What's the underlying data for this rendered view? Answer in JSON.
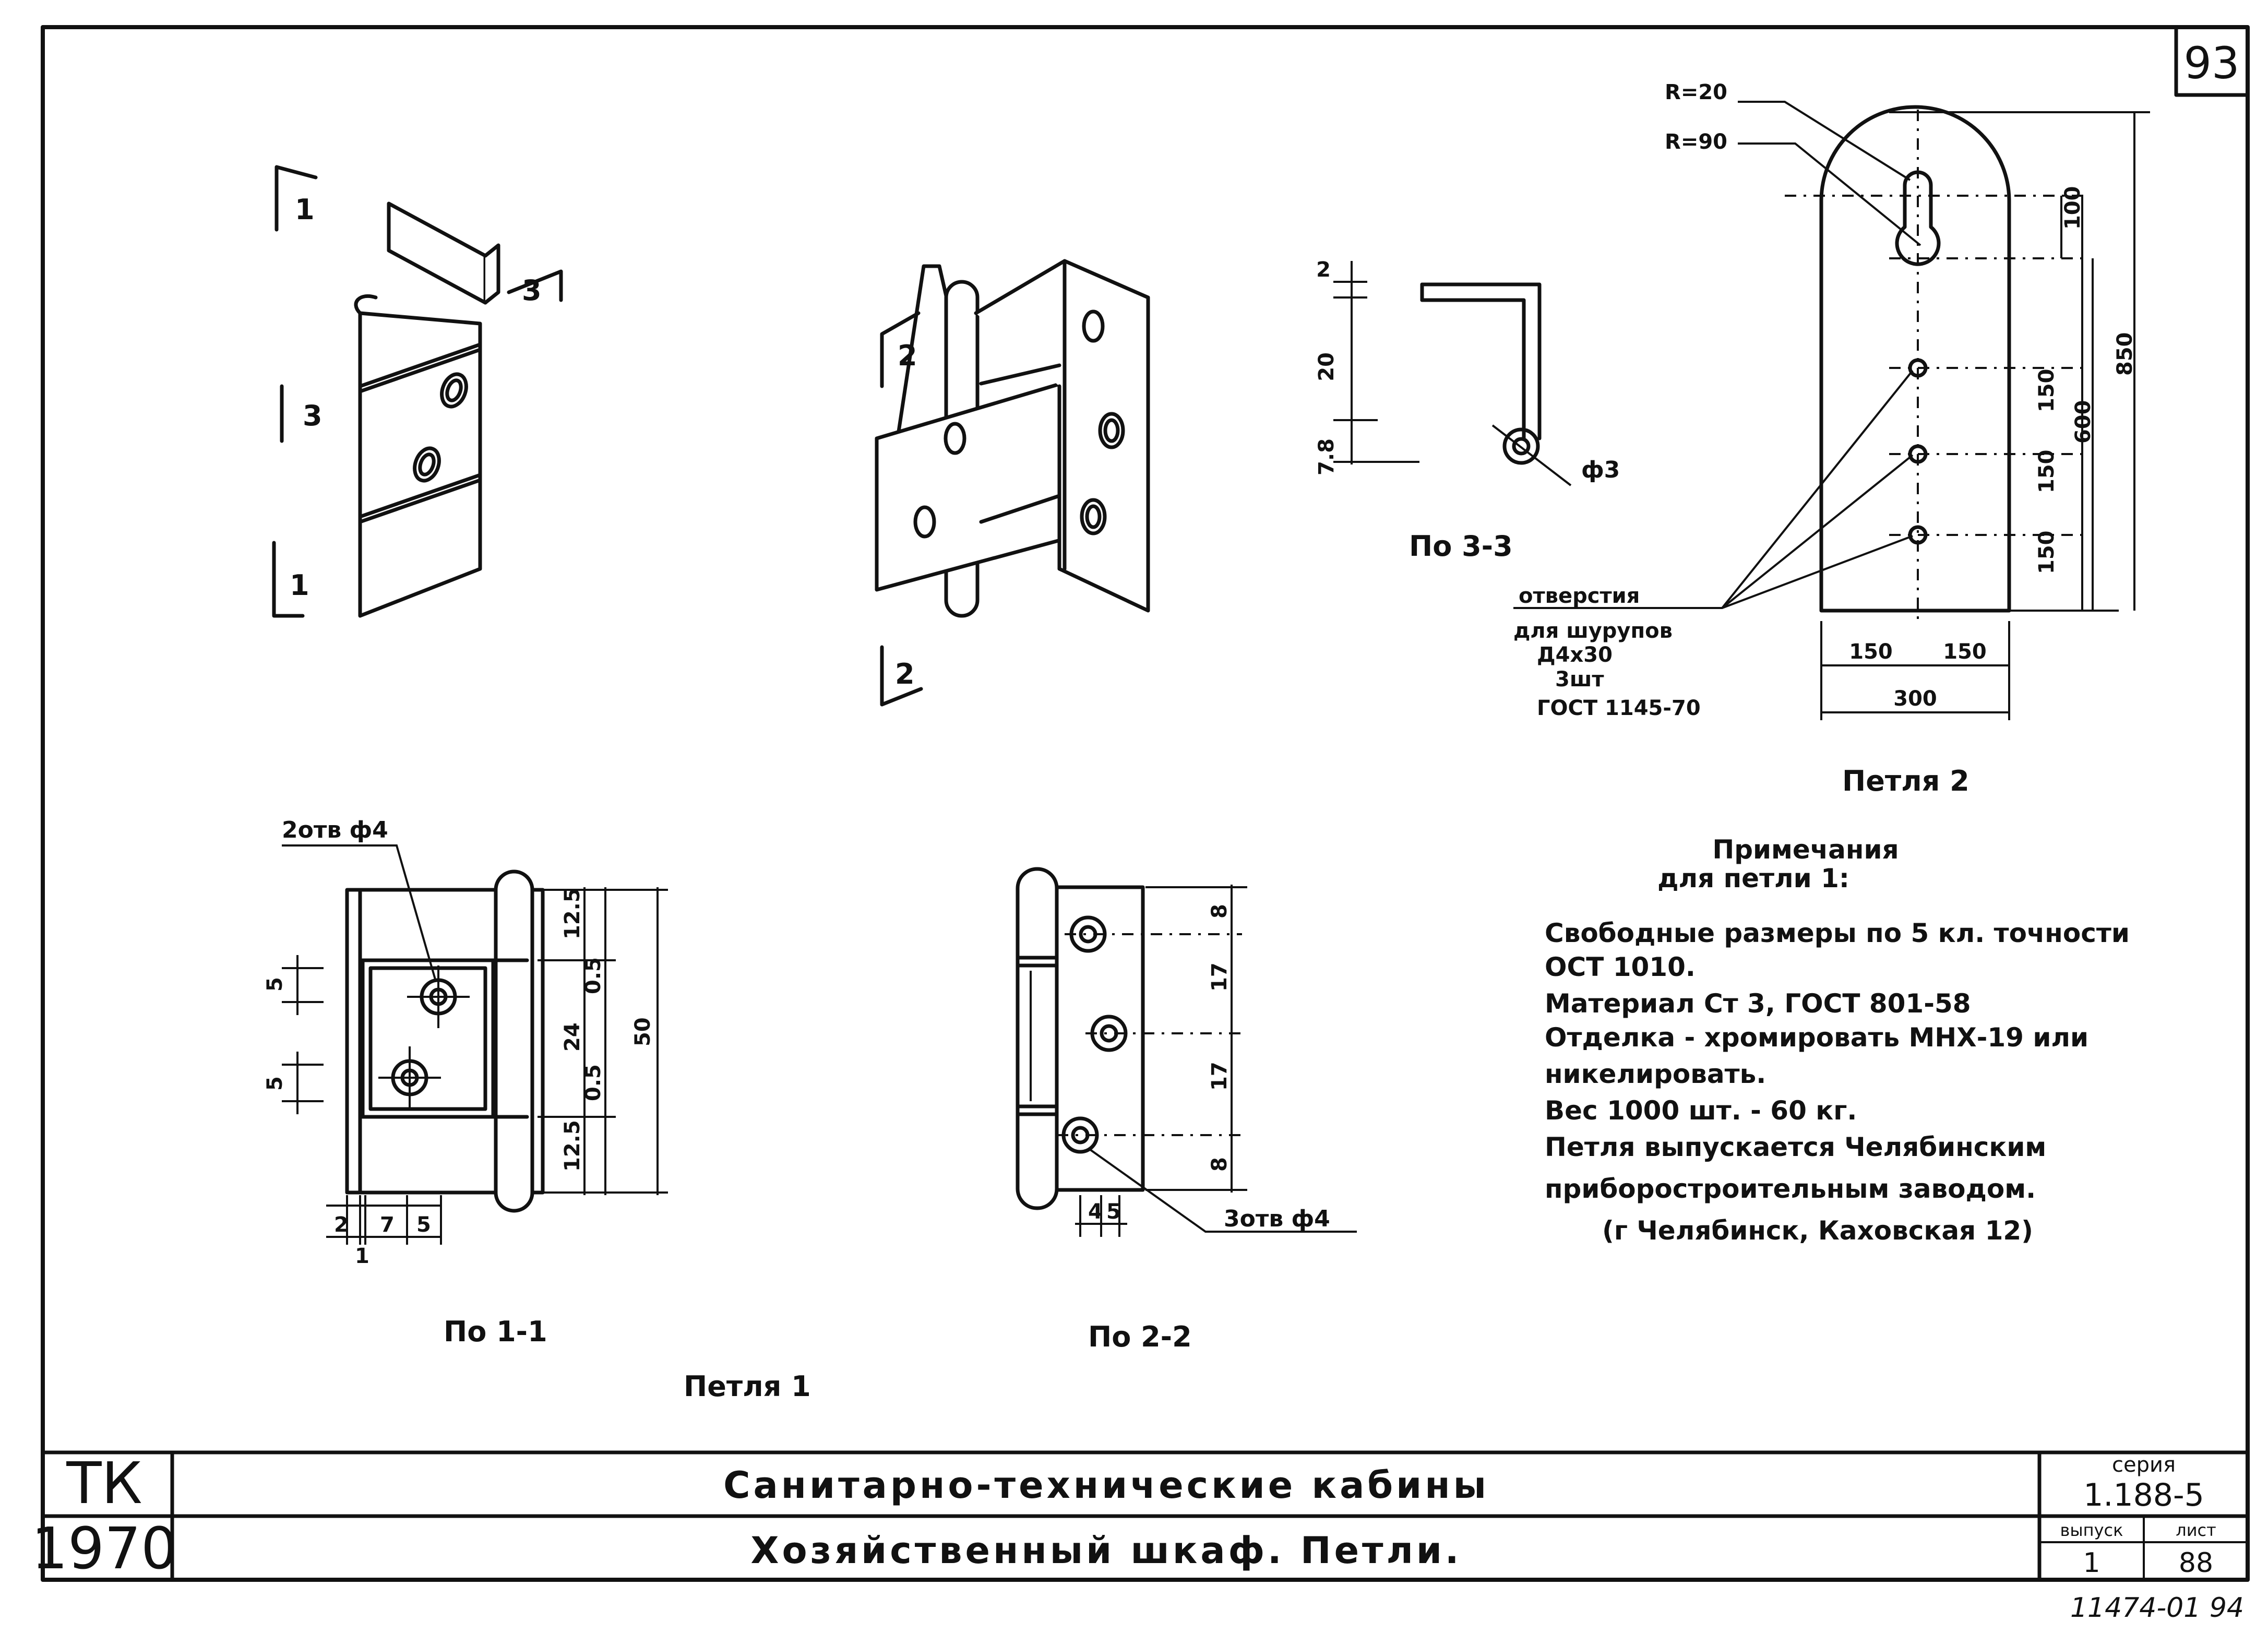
{
  "sheet": {
    "sheet_corner": "93",
    "stamp_number": "11474-01 94"
  },
  "title_block": {
    "code": "ТК",
    "year": "1970",
    "project": "Санитарно-технические кабины",
    "drawing": "Хозяйственный шкаф. Петли.",
    "series_label": "серия",
    "series": "1.188-5",
    "issue_label": "выпуск",
    "issue": "1",
    "sheet_label": "лист",
    "sheet": "88"
  },
  "iso_views": {
    "hinge1_section_marks": [
      "1",
      "1",
      "3",
      "3"
    ],
    "hinge1b_section_marks": [
      "2",
      "2"
    ]
  },
  "detail_3_3": {
    "dims": [
      "2",
      "20",
      "7.8"
    ],
    "hole": "ф3",
    "caption": "По 3-3"
  },
  "hinge2": {
    "radius_1": "R=20",
    "radius_2": "R=90",
    "dims_vertical": [
      "100",
      "150",
      "150",
      "150",
      "600",
      "850"
    ],
    "dims_horizontal": [
      "150",
      "150",
      "300"
    ],
    "holes_note": [
      "отверстия",
      "для шурупов",
      "Д4х30",
      "3шт",
      "ГОСТ 1145-70"
    ],
    "caption": "Петля 2"
  },
  "notes": {
    "heading": "Примечания",
    "subheading": "для петли 1:",
    "lines": [
      "Свободные размеры по 5 кл. точности",
      "ОСТ 1010.",
      "Материал Ст 3, ГОСТ 801-58",
      "Отделка - хромировать МНХ-19 или",
      "никелировать.",
      "Вес 1000 шт. - 60 кг.",
      "Петля выпускается Челябинским",
      "приборостроительным заводом.",
      "(г Челябинск, Каховская 12)"
    ]
  },
  "view_1_1": {
    "holes_label": "2отв ф4",
    "dims_left": [
      "5",
      "5"
    ],
    "dims_right": [
      "12.5",
      "0.5",
      "24",
      "0.5",
      "12.5",
      "50"
    ],
    "dims_bottom": [
      "2",
      "7",
      "5",
      "1"
    ],
    "caption": "По 1-1"
  },
  "view_2_2": {
    "dims_right": [
      "8",
      "17",
      "17",
      "8"
    ],
    "dims_bottom": [
      "4",
      "5"
    ],
    "holes_label": "3отв ф4",
    "caption": "По 2-2"
  },
  "hinge1_caption": "Петля 1"
}
